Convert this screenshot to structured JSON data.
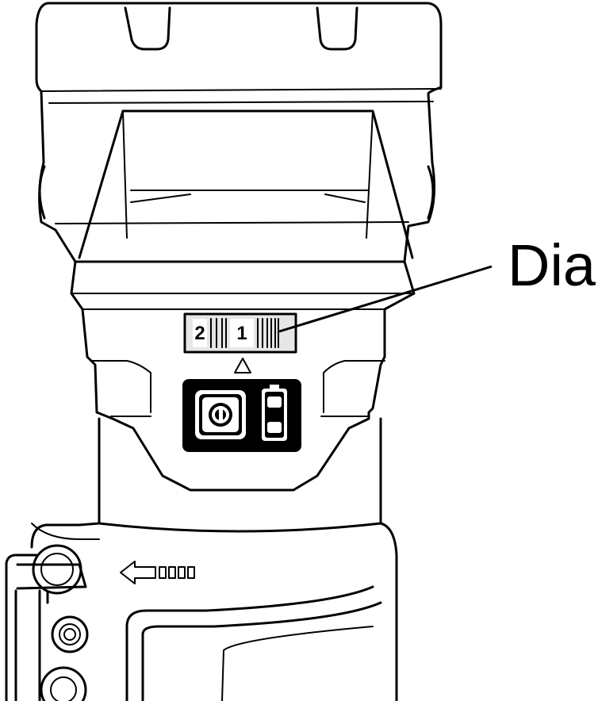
{
  "callout": {
    "label": "Dial"
  },
  "dial": {
    "numbers": [
      "2",
      "1"
    ]
  },
  "icons": {
    "power": "power-icon",
    "battery": "battery-level-icon",
    "direction": "arrow-left-icon",
    "pointer": "triangle-pointer-icon"
  }
}
